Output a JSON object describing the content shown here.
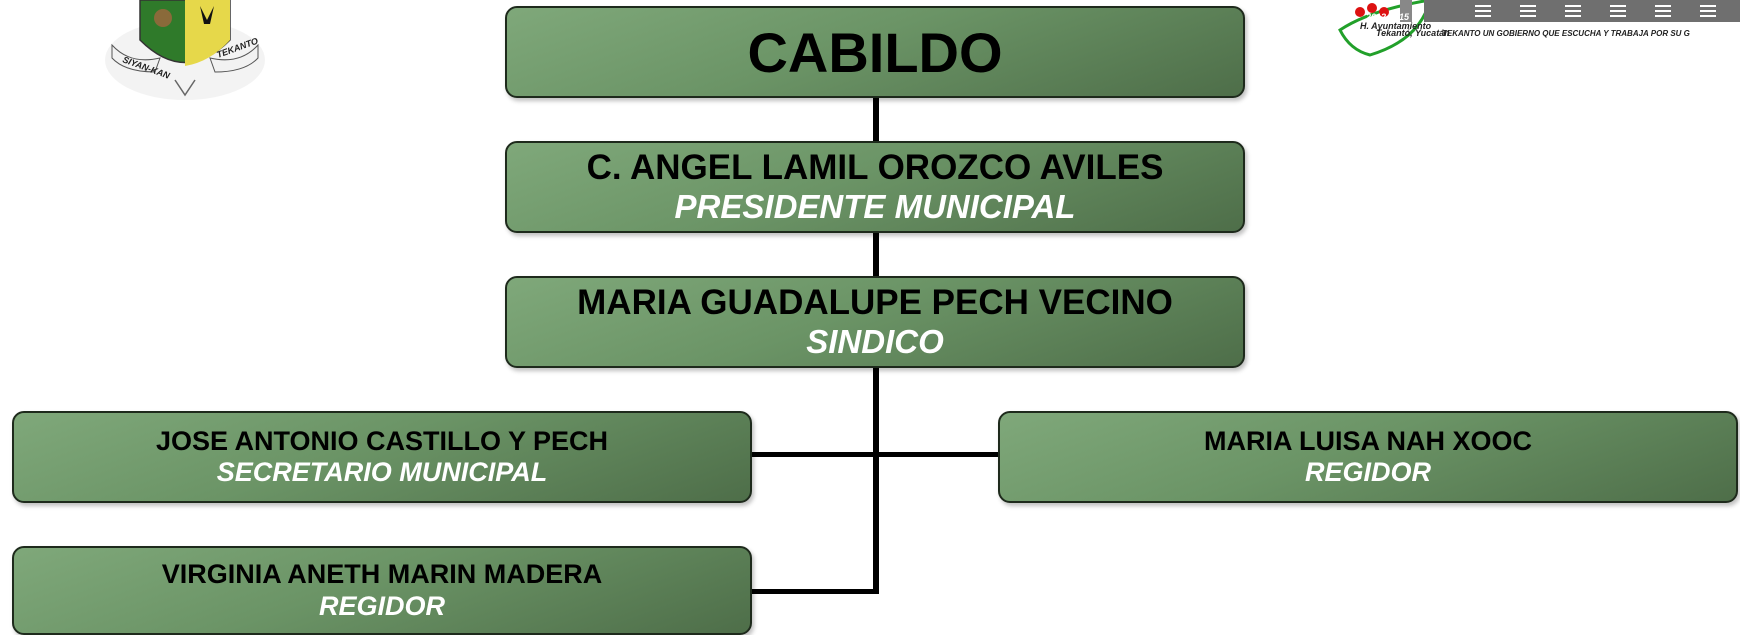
{
  "title": "CABILDO",
  "nodes": [
    {
      "id": "presidente",
      "name": "C. ANGEL LAMIL OROZCO AVILES",
      "role": "PRESIDENTE MUNICIPAL"
    },
    {
      "id": "sindico",
      "name": "MARIA GUADALUPE PECH VECINO",
      "role": "SINDICO"
    },
    {
      "id": "secretario",
      "name": "JOSE ANTONIO CASTILLO Y PECH",
      "role": "SECRETARIO MUNICIPAL"
    },
    {
      "id": "regidor1",
      "name": "MARIA LUISA NAH XOOC",
      "role": "REGIDOR"
    },
    {
      "id": "regidor2",
      "name": "VIRGINIA ANETH MARIN MADERA",
      "role": "REGIDOR"
    }
  ],
  "logos": {
    "left_ribbon_left": "SIYAN-KAN",
    "left_ribbon_right": "TEKANTO",
    "right_years": "2012-2015",
    "right_org": "H. Ayuntamiento",
    "right_place": "Tekantó, Yucatán",
    "right_slogan": "TEKANTO UN GOBIERNO QUE ESCUCHA Y TRABAJA POR SU G"
  },
  "colors": {
    "box_fill": "#6b9466",
    "box_border": "#1e2a1c",
    "name_text": "#000000",
    "role_text": "#ffffff",
    "connector": "#000000"
  }
}
